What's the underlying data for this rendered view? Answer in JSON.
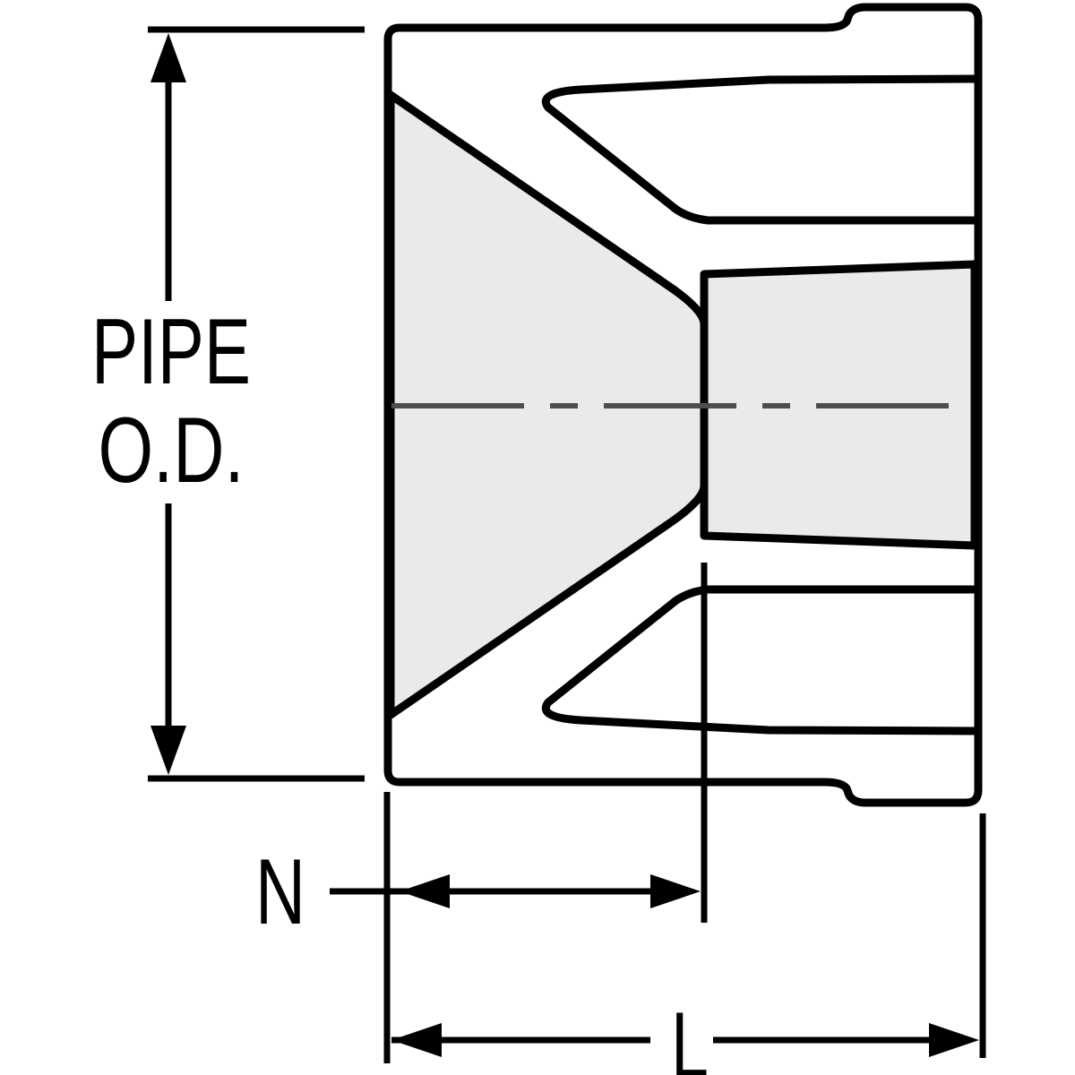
{
  "drawing": {
    "title": "pipe-fitting-cross-section",
    "labels": {
      "pipe_od_line1": "PIPE",
      "pipe_od_line2": "O.D.",
      "dim_n": "N",
      "dim_l": "L"
    },
    "colors": {
      "background": "#ffffff",
      "outline": "#000000",
      "section_fill": "#eaeaea",
      "centerline": "#4d4d4d"
    }
  }
}
